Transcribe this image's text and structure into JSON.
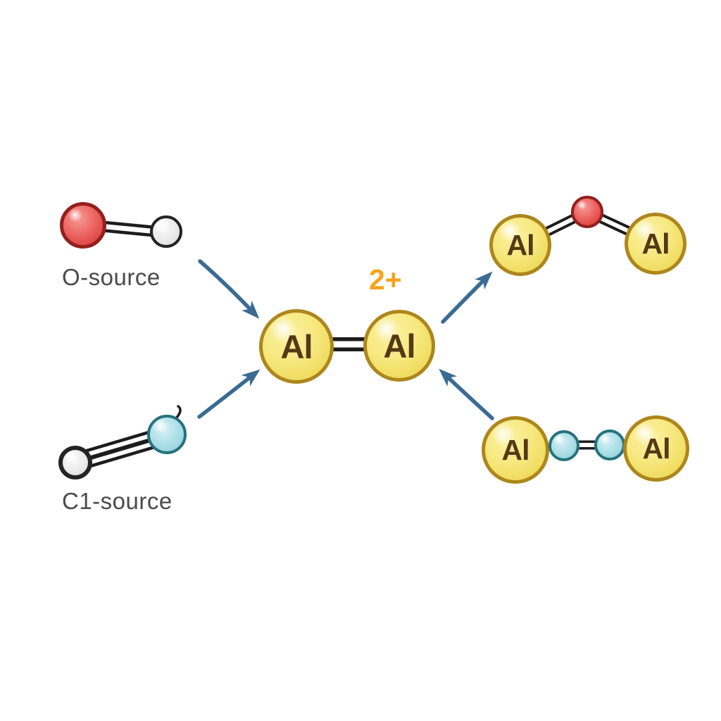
{
  "scene": {
    "background_color": "#FFFFFF",
    "arrow_color": "#3A6B93",
    "label_color": "#4A4A4C",
    "charge_color": "#F6A41C",
    "bond_color": "#1C1C1C",
    "atom_colors": {
      "aluminum_fill": "#F7E87E",
      "aluminum_border": "#AD861C",
      "aluminum_text": "#553916",
      "oxygen_fill": "#EC615E",
      "oxygen_border": "#93201D",
      "white_atom_fill": "#E9E9E9",
      "white_atom_border": "#242424",
      "cyan_atom_fill": "#A9DEE6",
      "cyan_atom_border": "#25727C"
    },
    "o_source": {
      "label": "O-source",
      "atoms": [
        "O",
        "generic"
      ],
      "bond_order": 2
    },
    "c1_source": {
      "label": "C1-source",
      "atoms": [
        "generic",
        "C"
      ],
      "bond_order": 3
    },
    "center_molecule": {
      "charge": "2+",
      "left_atom": "Al",
      "right_atom": "Al",
      "bond_order": 2
    },
    "top_product": {
      "left_atom": "Al",
      "right_atom": "Al",
      "bridge_atom": "O"
    },
    "bottom_right_molecule": {
      "left_atom": "Al",
      "right_atom": "Al",
      "bridge_atoms": [
        "C",
        "C"
      ],
      "bridge_bond_order": 2
    },
    "arrows": [
      {
        "from": "o-source",
        "to": "center-molecule"
      },
      {
        "from": "c1-source",
        "to": "center-molecule"
      },
      {
        "from": "center-molecule",
        "to": "top-product"
      },
      {
        "from": "bottom-right-molecule",
        "to": "center-molecule"
      }
    ]
  }
}
